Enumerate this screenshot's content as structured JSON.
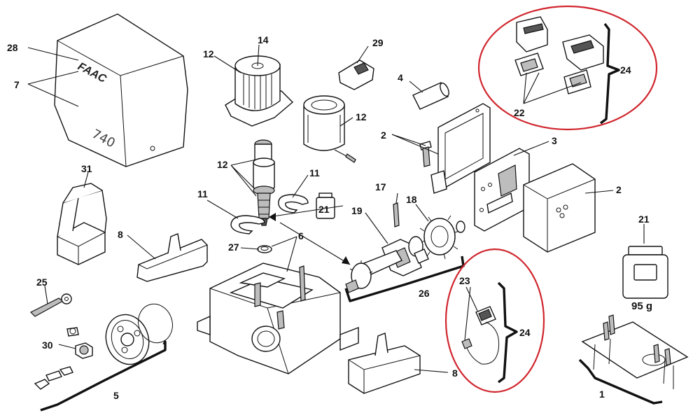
{
  "diagram": {
    "logo_text": "FAAC",
    "model_text": "740",
    "weight_label": "95 g",
    "callouts": {
      "n1": "1",
      "n2a": "2",
      "n2b": "2",
      "n3": "3",
      "n4": "4",
      "n5": "5",
      "n6": "6",
      "n7": "7",
      "n8a": "8",
      "n8b": "8",
      "n11a": "11",
      "n11b": "11",
      "n12a": "12",
      "n12b": "12",
      "n12c": "12",
      "n14": "14",
      "n17": "17",
      "n18": "18",
      "n19": "19",
      "n21a": "21",
      "n21b": "21",
      "n22": "22",
      "n23": "23",
      "n24a": "24",
      "n24b": "24",
      "n25": "25",
      "n26": "26",
      "n27": "27",
      "n28": "28",
      "n29": "29",
      "n30": "30",
      "n31": "31"
    },
    "highlight_color": "#d0262e"
  }
}
